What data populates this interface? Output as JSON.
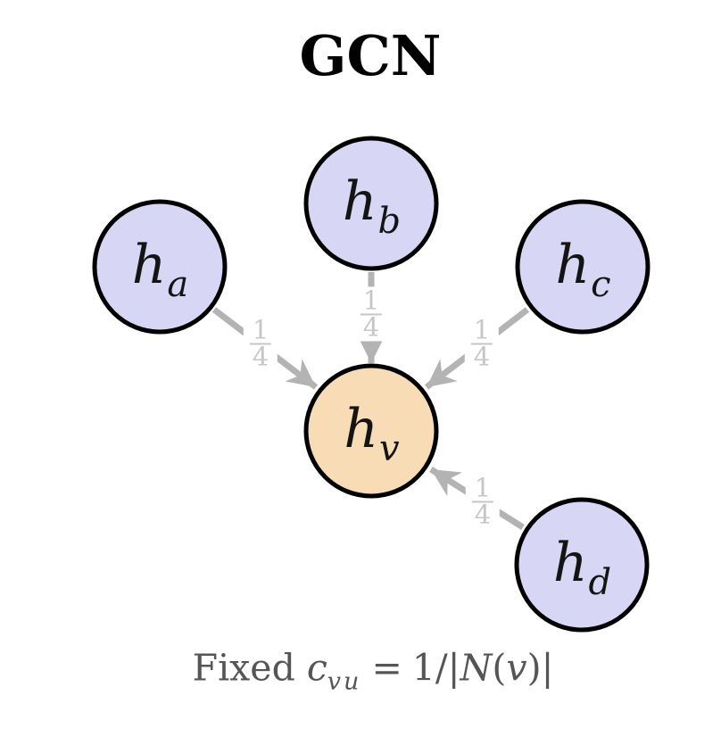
{
  "title": "GCN",
  "colors": {
    "node_fill_neighbor": "#d7d7f5",
    "node_fill_center": "#f8dcb5",
    "node_stroke": "#000000",
    "arrow": "#b3b3b3",
    "weight_label": "#c6c6c6",
    "caption_text": "#555555",
    "title_text": "#000000"
  },
  "nodes": [
    {
      "id": "a",
      "symbol": "h",
      "sub": "a",
      "role": "neighbor"
    },
    {
      "id": "b",
      "symbol": "h",
      "sub": "b",
      "role": "neighbor"
    },
    {
      "id": "c",
      "symbol": "h",
      "sub": "c",
      "role": "neighbor"
    },
    {
      "id": "v",
      "symbol": "h",
      "sub": "v",
      "role": "center"
    },
    {
      "id": "d",
      "symbol": "h",
      "sub": "d",
      "role": "neighbor"
    }
  ],
  "edges": [
    {
      "from": "a",
      "to": "v",
      "weight_num": "1",
      "weight_den": "4"
    },
    {
      "from": "b",
      "to": "v",
      "weight_num": "1",
      "weight_den": "4"
    },
    {
      "from": "c",
      "to": "v",
      "weight_num": "1",
      "weight_den": "4"
    },
    {
      "from": "d",
      "to": "v",
      "weight_num": "1",
      "weight_den": "4"
    }
  ],
  "caption": {
    "fixed": "Fixed",
    "coef": "c",
    "coef_sub": "vu",
    "equals": "=",
    "value": "1/|",
    "set_symbol": "N",
    "lparen": "(",
    "var": "v",
    "rparen": ")|"
  }
}
